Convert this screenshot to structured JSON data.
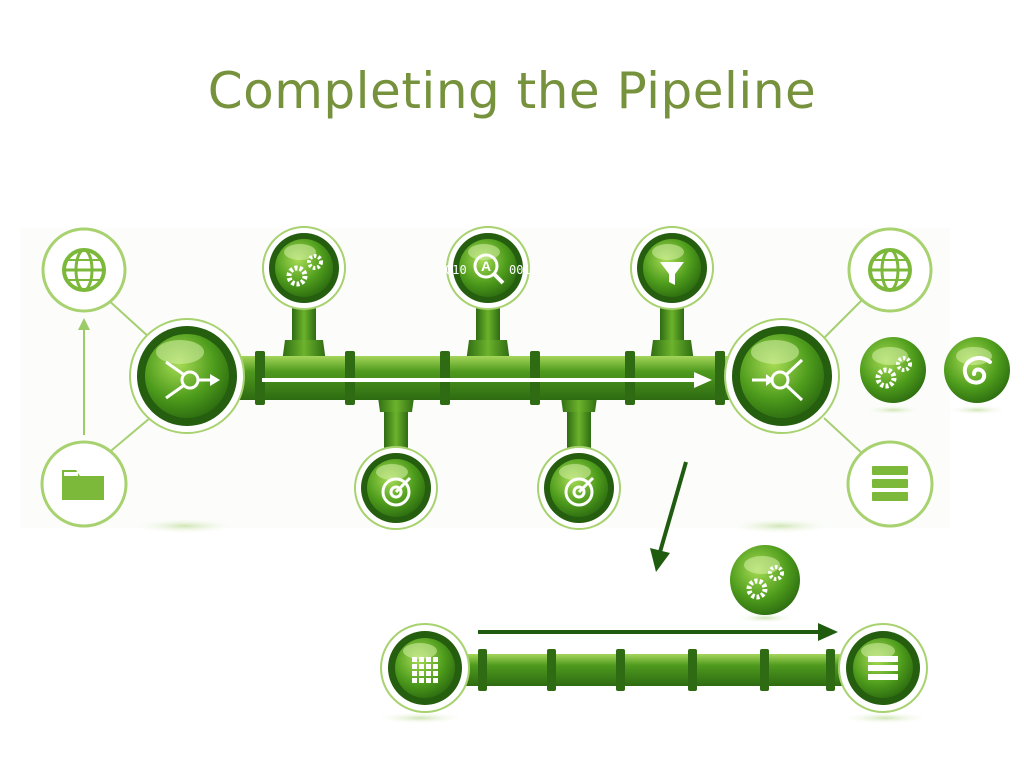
{
  "slide": {
    "title": "Completing the Pipeline"
  },
  "diagram": {
    "binary_left": "010",
    "binary_right": "001"
  },
  "colors": {
    "title": "#76923c",
    "pipe_dark": "#2e6b12",
    "pipe_mid": "#4f9a1e",
    "pipe_light": "#8ccc3c",
    "outline": "#8cc63f",
    "arrow": "#1f5c10"
  },
  "icons": [
    "globe-icon-left",
    "folder-icon",
    "merge-node-icon",
    "gears-icon",
    "search-a-icon",
    "filter-icon",
    "split-node-icon",
    "globe-icon-right",
    "database-icon",
    "gauge-icon",
    "gears-icon",
    "swirl-icon",
    "grid-icon",
    "list-icon"
  ]
}
